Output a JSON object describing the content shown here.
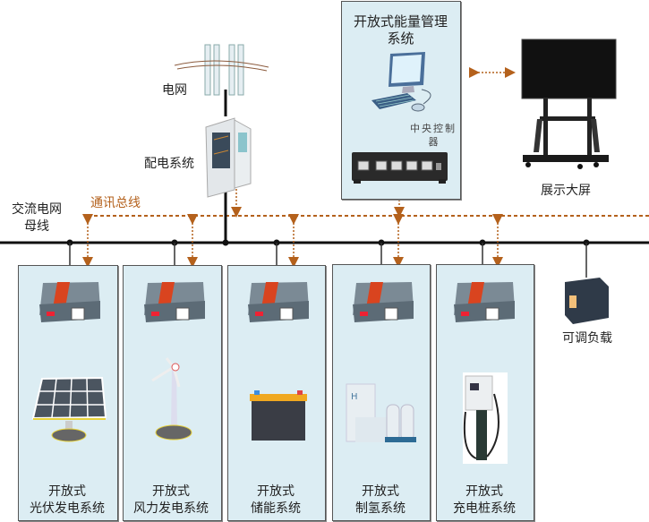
{
  "diagram": {
    "ems": {
      "title_line1": "开放式能量管理",
      "title_line2": "系统",
      "controller_label_line1": "中央控制",
      "controller_label_line2": "器"
    },
    "grid_label": "电网",
    "distribution_label": "配电系统",
    "bus_label_line1": "交流电网",
    "bus_label_line2": "母线",
    "comm_bus_label": "通讯总线",
    "display_label": "展示大屏",
    "load_label": "可调负载",
    "subsystems": [
      {
        "line1": "开放式",
        "line2": "光伏发电系统",
        "device": "solar-panel"
      },
      {
        "line1": "开放式",
        "line2": "风力发电系统",
        "device": "wind-turbine"
      },
      {
        "line1": "开放式",
        "line2": "储能系统",
        "device": "battery"
      },
      {
        "line1": "开放式",
        "line2": "制氢系统",
        "device": "hydrogen-unit"
      },
      {
        "line1": "开放式",
        "line2": "充电桩系统",
        "device": "charging-pile"
      }
    ],
    "colors": {
      "box_fill": "#dcedf3",
      "comm_line": "#b4611c",
      "power_line": "#111111",
      "inverter_red": "#d9441f"
    }
  }
}
